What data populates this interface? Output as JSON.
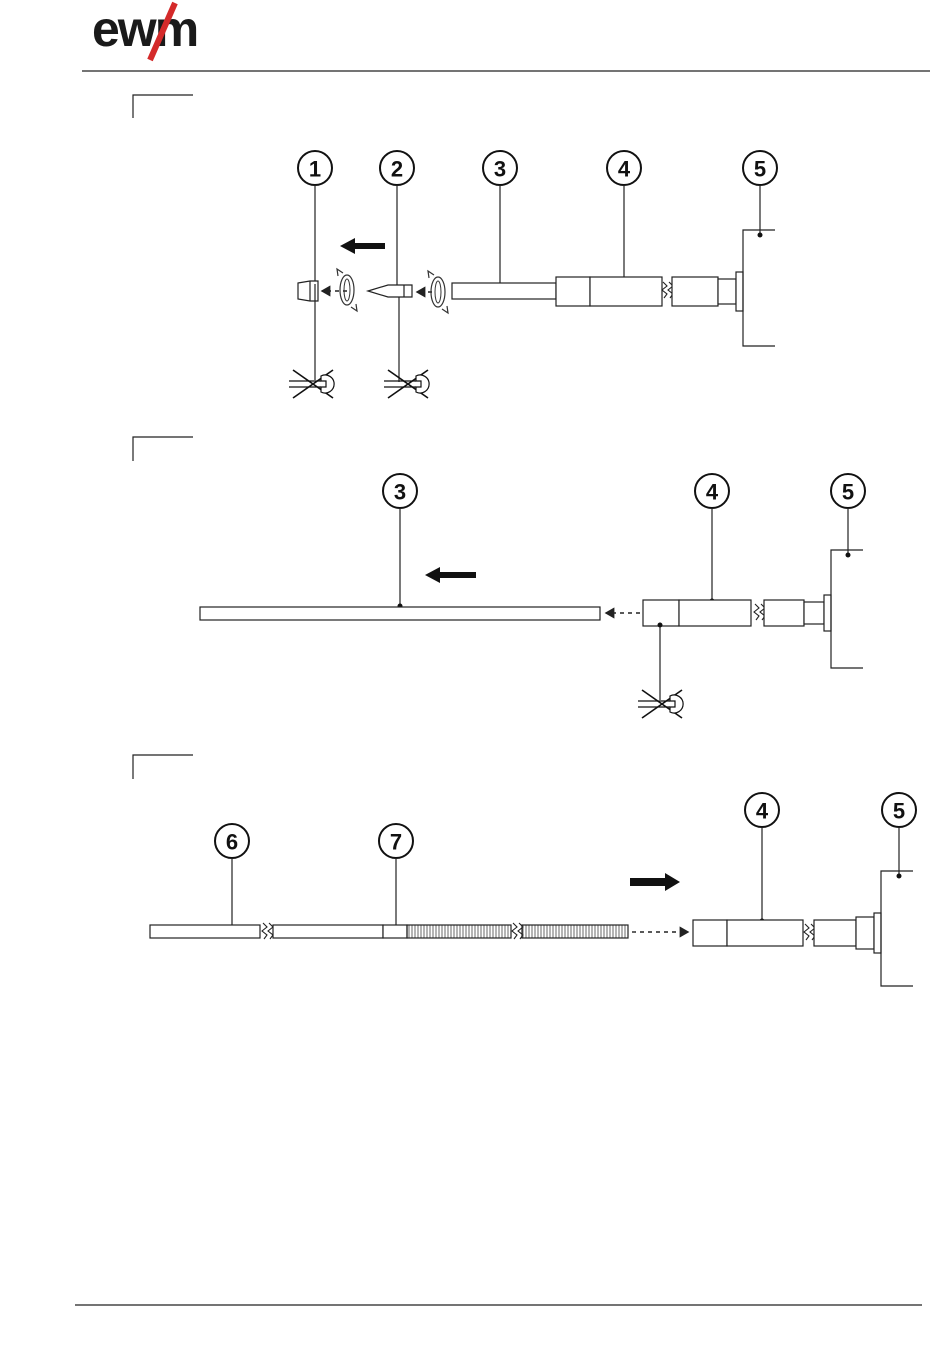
{
  "header": {
    "brand_text": "ewm",
    "brand_accent_color": "#d42a2a"
  },
  "figures": [
    {
      "id": "step-1",
      "callouts": [
        "1",
        "2",
        "3",
        "4",
        "5"
      ],
      "wrench_icons_count": 2
    },
    {
      "id": "step-2",
      "callouts": [
        "3",
        "4",
        "5"
      ],
      "wrench_icons_count": 1
    },
    {
      "id": "step-3",
      "callouts": [
        "6",
        "7",
        "4",
        "5"
      ],
      "wrench_icons_count": 0
    }
  ],
  "icons": {
    "step_marker": "step-box-icon",
    "no_tool": "crossed-wrench-icon",
    "rotate": "rotate-unscrew-icon",
    "direction": "direction-arrow-icon"
  }
}
